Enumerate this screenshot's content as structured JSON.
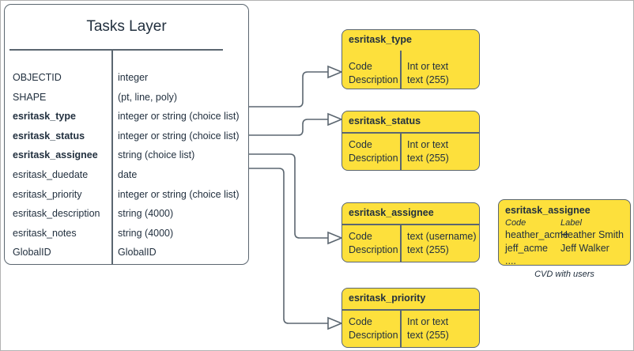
{
  "diagram": {
    "colors": {
      "domain_box_fill": "#fde03c",
      "line": "#5b6670",
      "text": "#22303f",
      "canvas": "#ffffff"
    }
  },
  "entity": {
    "title": "Tasks Layer",
    "rows": [
      {
        "field": "OBJECTID",
        "type": "integer",
        "bold": false
      },
      {
        "field": "SHAPE",
        "type": "(pt, line, poly)",
        "bold": false
      },
      {
        "field": "esritask_type",
        "type": "integer or string (choice list)",
        "bold": true
      },
      {
        "field": "esritask_status",
        "type": "integer or string (choice list)",
        "bold": true
      },
      {
        "field": "esritask_assignee",
        "type": "string (choice list)",
        "bold": true
      },
      {
        "field": "esritask_duedate",
        "type": "date",
        "bold": false
      },
      {
        "field": "esritask_priority",
        "type": "integer or string (choice list)",
        "bold": false
      },
      {
        "field": "esritask_description",
        "type": "string (4000)",
        "bold": false
      },
      {
        "field": "esritask_notes",
        "type": "string (4000)",
        "bold": false
      },
      {
        "field": "GlobalID",
        "type": "GlobalID",
        "bold": false
      }
    ]
  },
  "domains": [
    {
      "title": "esritask_type",
      "labels": "Code\nDescription",
      "values": "Int or text\ntext (255)"
    },
    {
      "title": "esritask_status",
      "labels": "Code\nDescription",
      "values": "Int or text\ntext (255)"
    },
    {
      "title": "esritask_assignee",
      "labels": "Code\nDescription",
      "values": "text  (username)\ntext (255)"
    },
    {
      "title": "esritask_priority",
      "labels": "Code\nDescription",
      "values": "Int or text\ntext (255)"
    }
  ],
  "cvd": {
    "title": "esritask_assignee",
    "header_code": "Code",
    "header_label": "Label",
    "codes": "heather_acme\njeff_acme\n....",
    "labels": "Heather Smith\nJeff Walker",
    "caption": "CVD with users"
  }
}
